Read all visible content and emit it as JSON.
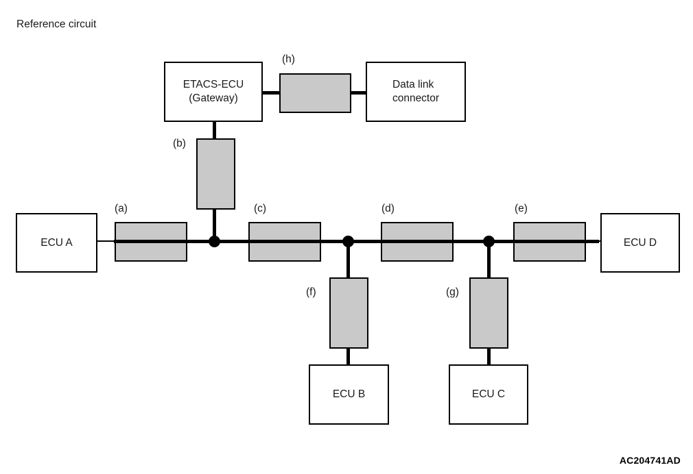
{
  "figure": {
    "title": "Reference circuit",
    "reference_code": "AC204741AD"
  },
  "nodes": {
    "etacs": {
      "label": "ETACS-ECU\n(Gateway)"
    },
    "data_link": {
      "label": "Data link\nconnector"
    },
    "ecu_a": {
      "label": "ECU A"
    },
    "ecu_b": {
      "label": "ECU B"
    },
    "ecu_c": {
      "label": "ECU C"
    },
    "ecu_d": {
      "label": "ECU D"
    }
  },
  "connectors": {
    "a": "(a)",
    "b": "(b)",
    "c": "(c)",
    "d": "(d)",
    "e": "(e)",
    "f": "(f)",
    "g": "(g)",
    "h": "(h)"
  },
  "colors": {
    "harness_fill": "#c9c9c9",
    "line": "#000000",
    "box_fill": "#ffffff"
  }
}
